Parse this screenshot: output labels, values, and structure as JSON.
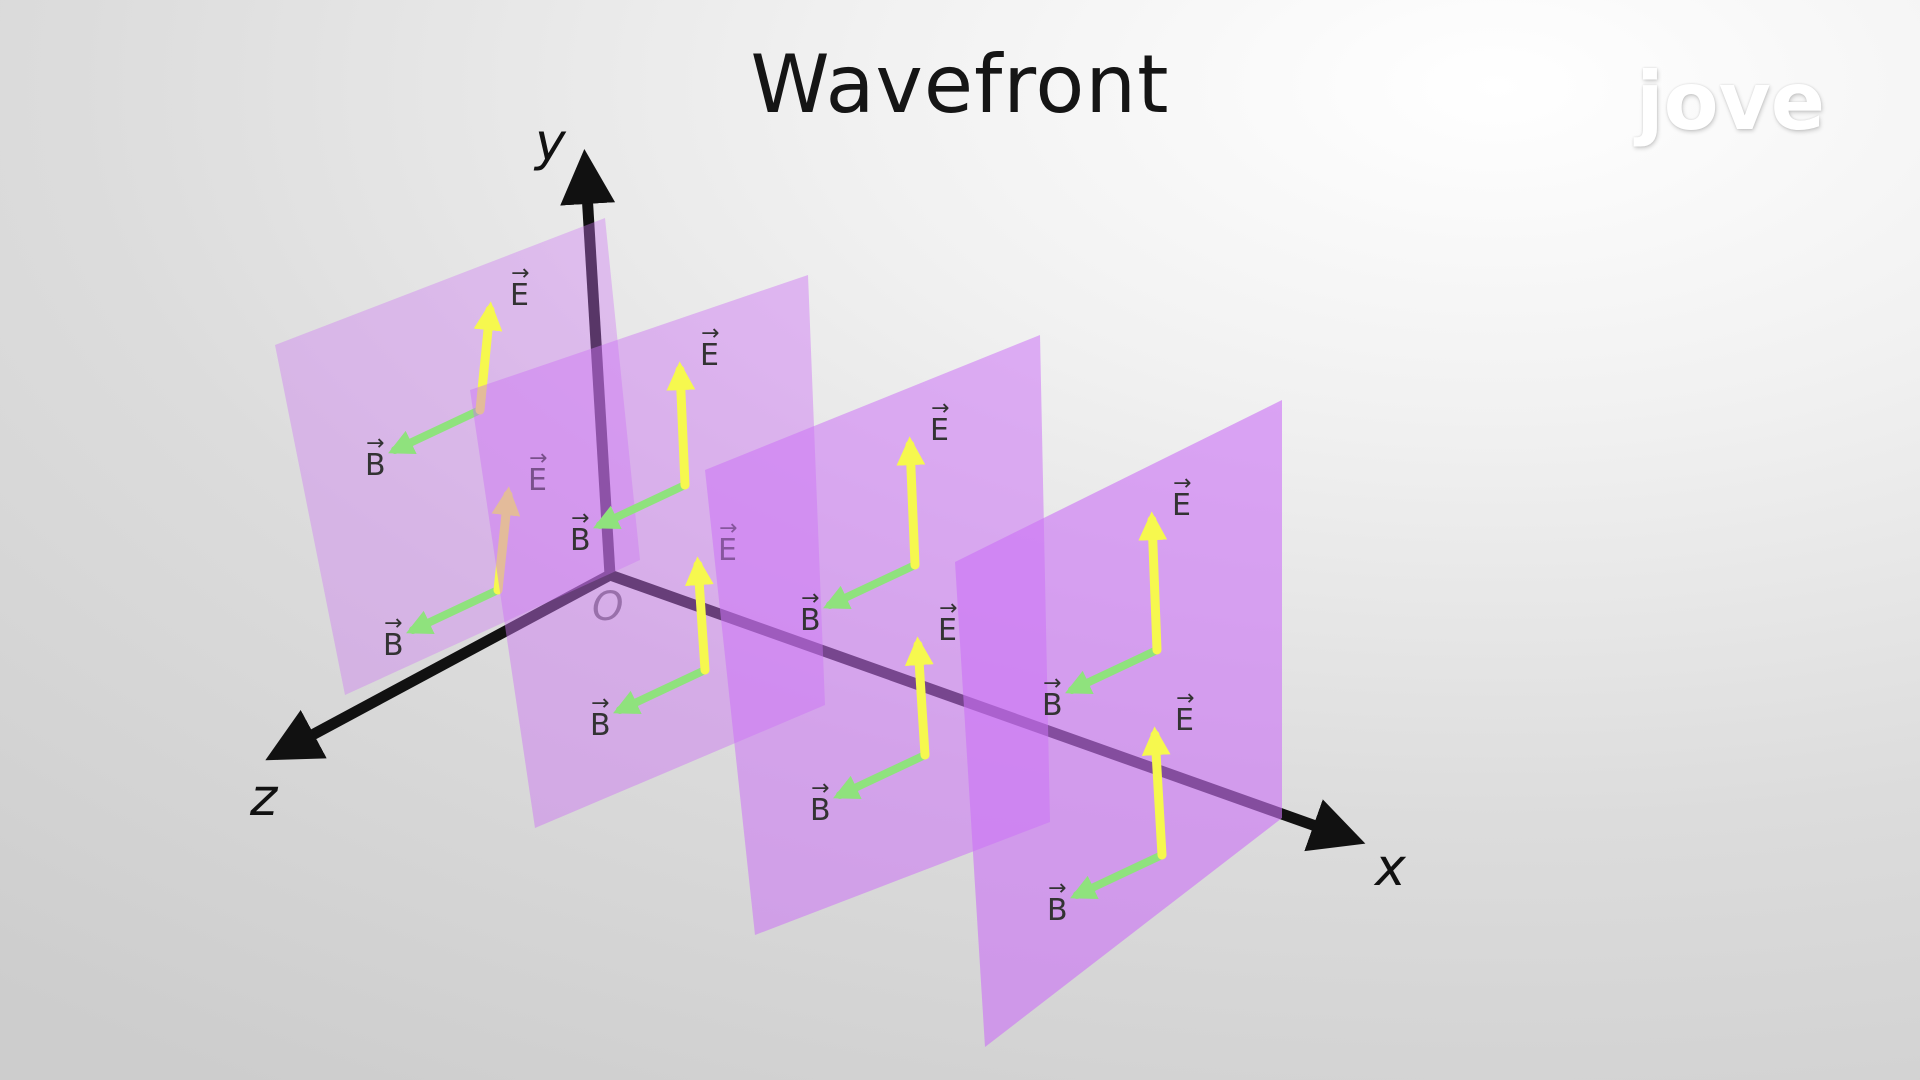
{
  "title": "Wavefront",
  "logo_text": "jove",
  "axes": {
    "x_label": "x",
    "y_label": "y",
    "z_label": "z",
    "origin_label": "O"
  },
  "vectors": {
    "e_label": "E",
    "b_label": "B"
  },
  "colors": {
    "plane": "#cc73f5",
    "e_arrow": "#f6f84e",
    "b_arrow": "#8fe27d",
    "axis": "#111111"
  },
  "planes": [
    {
      "name": "wavefront-plane-1",
      "opacity": 0.38
    },
    {
      "name": "wavefront-plane-2",
      "opacity": 0.46
    },
    {
      "name": "wavefront-plane-3",
      "opacity": 0.55
    },
    {
      "name": "wavefront-plane-4",
      "opacity": 0.62
    }
  ]
}
